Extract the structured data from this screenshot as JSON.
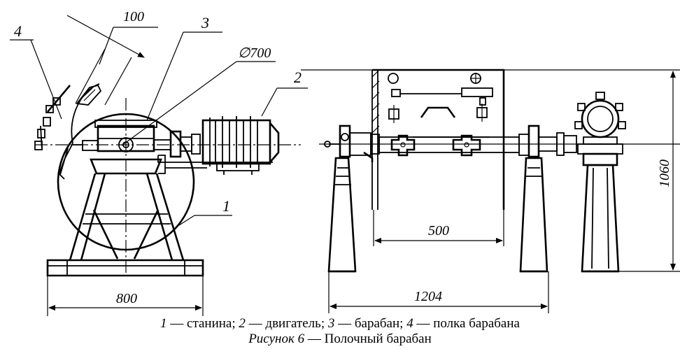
{
  "callouts": {
    "p4": "4",
    "p100": "100",
    "p3": "3",
    "pDiam": "∅700",
    "p2": "2",
    "p1": "1"
  },
  "dimensions": {
    "d800": "800",
    "d500": "500",
    "d1204": "1204",
    "d1060": "1060"
  },
  "legend": [
    {
      "num": "1",
      "text": " — станина; "
    },
    {
      "num": "2",
      "text": " — двигатель; "
    },
    {
      "num": "3",
      "text": " — барабан; "
    },
    {
      "num": "4",
      "text": " — полка барабана"
    }
  ],
  "figure": {
    "label": "Рисунок 6",
    "title": " — Полочный барабан"
  }
}
